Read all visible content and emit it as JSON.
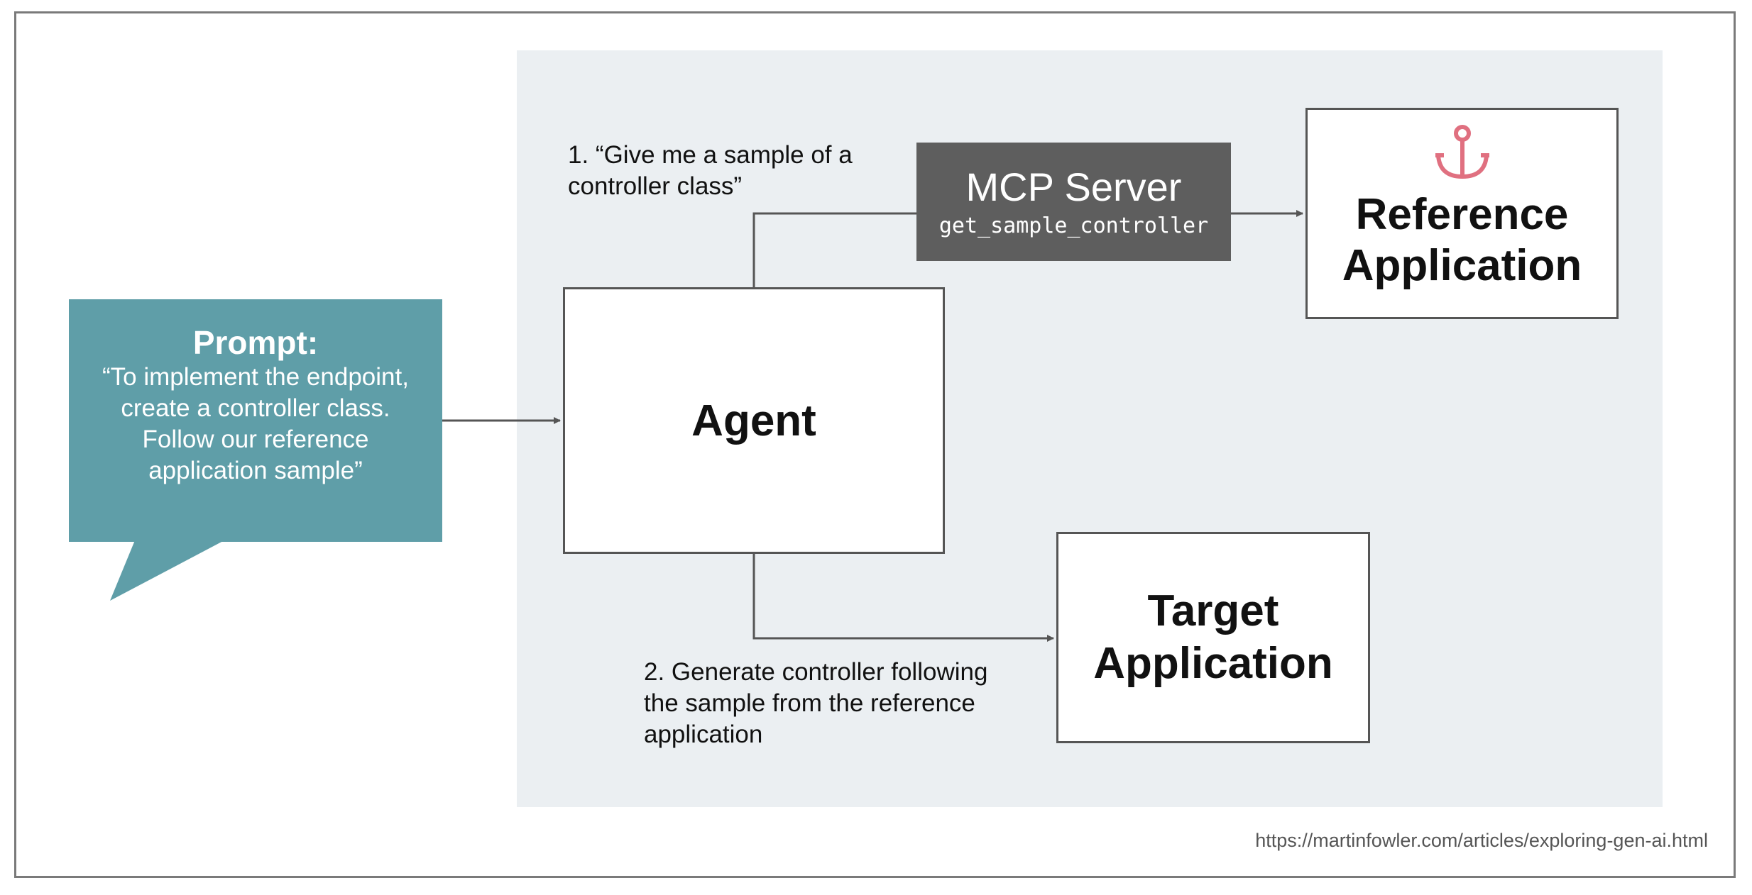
{
  "source_url": "https://martinfowler.com/articles/exploring-gen-ai.html",
  "prompt": {
    "title": "Prompt:",
    "text": "“To implement the endpoint, create a controller class. Follow our reference application sample”"
  },
  "agent": {
    "label": "Agent"
  },
  "mcp_server": {
    "title": "MCP Server",
    "tool": "get_sample_controller"
  },
  "reference_app": {
    "label": "Reference Application",
    "icon": "anchor-icon",
    "icon_color": "#e07080"
  },
  "target_app": {
    "label": "Target Application"
  },
  "steps": {
    "step1": "1. “Give me a sample of a controller class”",
    "step2": "2. Generate controller following the sample from the reference application"
  },
  "colors": {
    "prompt_bg": "#5f9ea8",
    "mcp_bg": "#5e5e5e",
    "panel_bg": "#ebeff2"
  }
}
